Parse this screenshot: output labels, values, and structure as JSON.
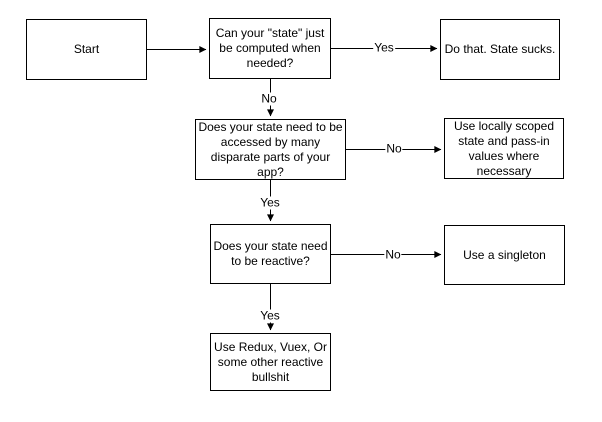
{
  "diagram": {
    "type": "flowchart",
    "nodes": {
      "start": "Start",
      "q_computed": "Can your \"state\" just be computed when needed?",
      "do_that": "Do that. State sucks.",
      "q_accessed": "Does your state need to be accessed by many disparate parts of your app?",
      "locally_scoped": "Use locally scoped state and pass-in values where necessary",
      "q_reactive": "Does your state need to be reactive?",
      "singleton": "Use a singleton",
      "redux": "Use Redux, Vuex, Or some other reactive bullshit"
    },
    "edge_labels": {
      "computed_yes": "Yes",
      "computed_no": "No",
      "accessed_no": "No",
      "accessed_yes": "Yes",
      "reactive_no": "No",
      "reactive_yes": "Yes"
    },
    "colors": {
      "line": "#000000",
      "box_fill": "#ffffff",
      "text": "#000000",
      "background": "#ffffff"
    }
  }
}
